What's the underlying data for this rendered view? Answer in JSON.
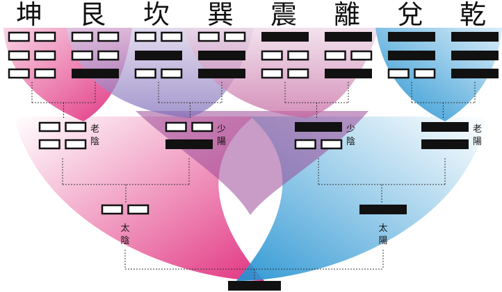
{
  "trigrams": [
    {
      "name": "坤",
      "lines": [
        0,
        0,
        0
      ]
    },
    {
      "name": "艮",
      "lines": [
        1,
        0,
        0
      ]
    },
    {
      "name": "坎",
      "lines": [
        0,
        1,
        0
      ]
    },
    {
      "name": "巽",
      "lines": [
        1,
        1,
        0
      ]
    },
    {
      "name": "震",
      "lines": [
        0,
        0,
        1
      ]
    },
    {
      "name": "離",
      "lines": [
        1,
        0,
        1
      ]
    },
    {
      "name": "兌",
      "lines": [
        0,
        1,
        1
      ]
    },
    {
      "name": "乾",
      "lines": [
        1,
        1,
        1
      ]
    }
  ],
  "four_images": [
    {
      "label": [
        "老",
        "陰"
      ],
      "lines": [
        0,
        0
      ]
    },
    {
      "label": [
        "少",
        "陽"
      ],
      "lines": [
        1,
        0
      ]
    },
    {
      "label": [
        "少",
        "陰"
      ],
      "lines": [
        0,
        1
      ]
    },
    {
      "label": [
        "老",
        "陽"
      ],
      "lines": [
        1,
        1
      ]
    }
  ],
  "two_modes": [
    {
      "label": [
        "太",
        "陰"
      ],
      "line": 0
    },
    {
      "label": [
        "太",
        "陽"
      ],
      "line": 1
    }
  ],
  "origin": {
    "line": 1
  },
  "colors": {
    "pink": "#e0287a",
    "blue": "#1e8fd0",
    "purple": "#8a4fa0",
    "solid_line": "#111111",
    "broken_line": "#ffffff"
  }
}
